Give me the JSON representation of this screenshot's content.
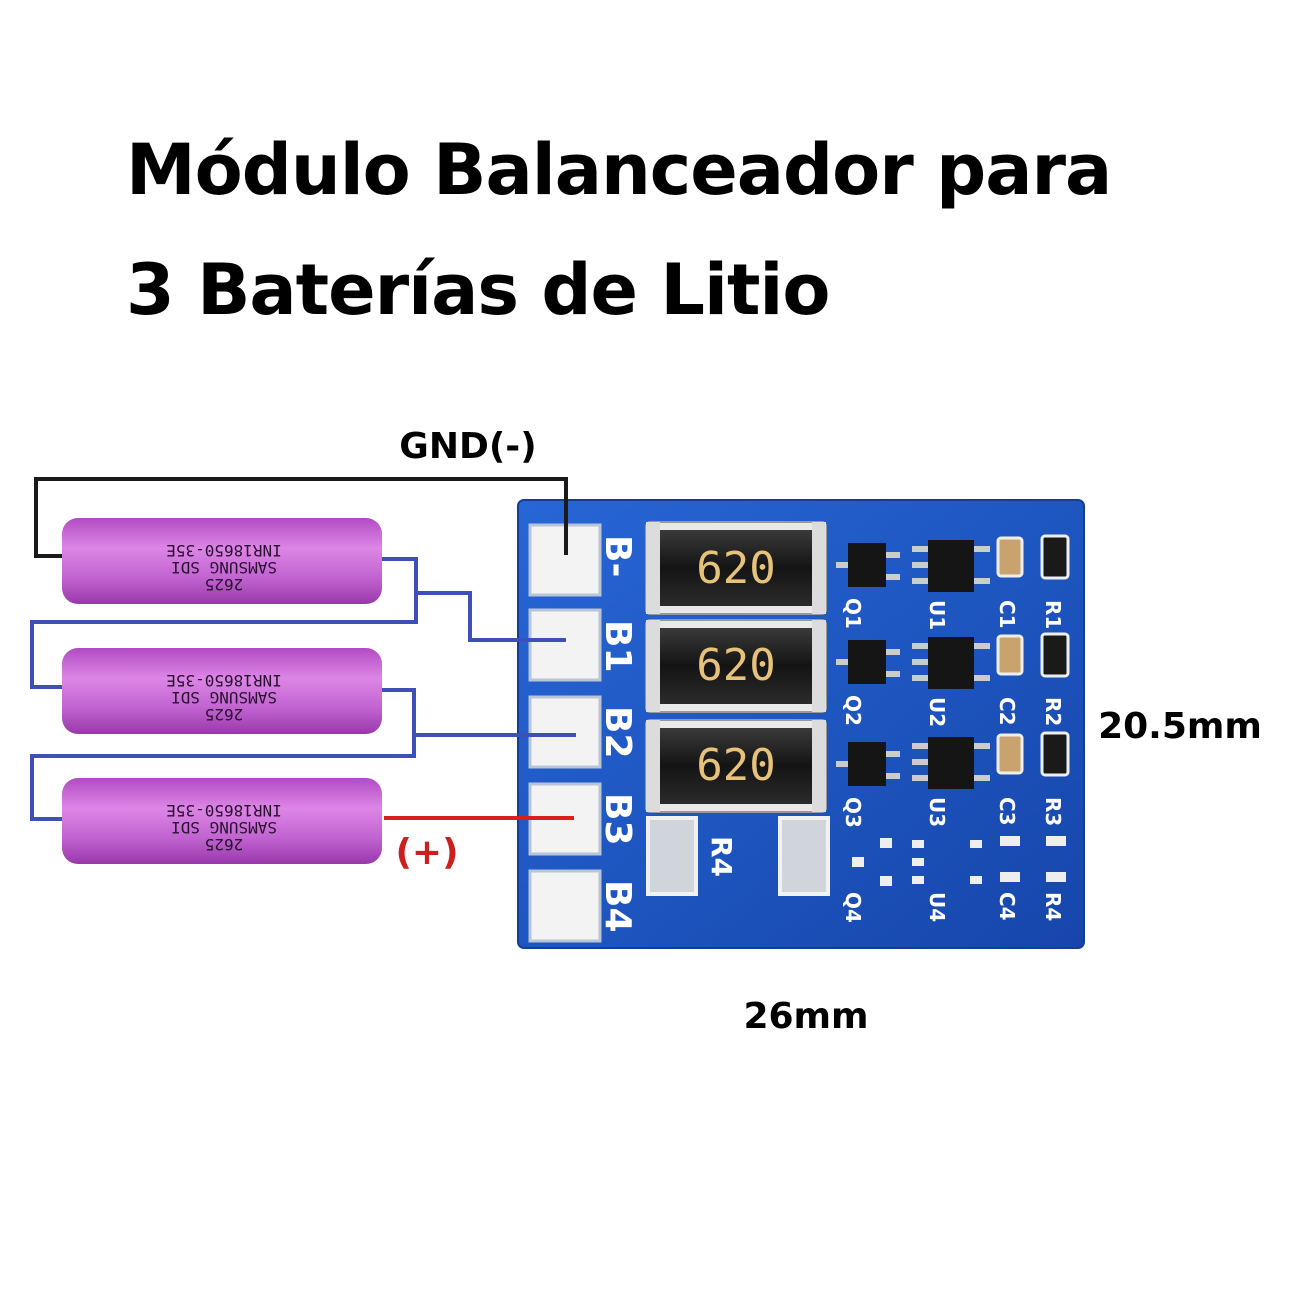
{
  "title": {
    "line1": "Módulo Balanceador para",
    "line2": "3 Baterías de Litio"
  },
  "labels": {
    "gnd": "GND(-)",
    "positive": "(+)",
    "height_dim": "20.5mm",
    "width_dim": "26mm"
  },
  "battery": {
    "line1": "INR18650-35E",
    "line2": "SAMSUNG SDI",
    "line3": "2625"
  },
  "board": {
    "pads": [
      "B-",
      "B1",
      "B2",
      "B3",
      "B4"
    ],
    "resistor_code": "620",
    "big_resistor": "R4",
    "q_labels": [
      "Q1",
      "Q2",
      "Q3",
      "Q4"
    ],
    "u_labels": [
      "U1",
      "U2",
      "U3",
      "U4"
    ],
    "c_labels": [
      "C1",
      "C2",
      "C3",
      "C4"
    ],
    "r_labels": [
      "R1",
      "R2",
      "R3",
      "R4"
    ]
  },
  "colors": {
    "board": "#1f57c4",
    "battery": "#c05cd0",
    "wire_gnd": "#1a1a1a",
    "wire_balance": "#3f4fb8",
    "wire_positive": "#d91e1e",
    "positive_label": "#cc1f1f"
  }
}
